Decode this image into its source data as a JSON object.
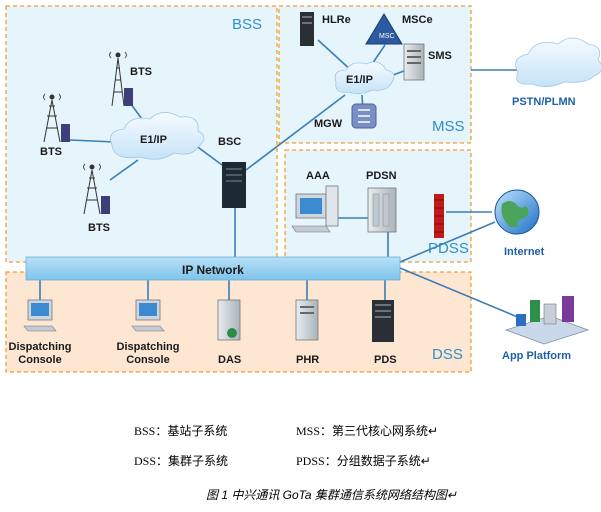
{
  "zones": {
    "bss": "BSS",
    "mss": "MSS",
    "pdss": "PDSS",
    "dss": "DSS"
  },
  "nodes": {
    "bts_top": "BTS",
    "bts_left": "BTS",
    "bts_bottom": "BTS",
    "e1ip_bss": "E1/IP",
    "bsc": "BSC",
    "hlre": "HLRe",
    "msce": "MSCe",
    "sms": "SMS",
    "e1ip_mss": "E1/IP",
    "mgw": "MGW",
    "aaa": "AAA",
    "pdsn": "PDSN",
    "ip_network": "IP Network",
    "dispatching_console_1": "Dispatching\nConsole",
    "dispatching_console_2": "Dispatching\nConsole",
    "das": "DAS",
    "phr": "PHR",
    "pds": "PDS"
  },
  "external": {
    "pstn": "PSTN/PLMN",
    "internet": "Internet",
    "app_platform": "App Platform"
  },
  "legend": {
    "bss": "BSS：基站子系统",
    "mss": "MSS：第三代核心网系统↵",
    "dss": "DSS：集群子系统",
    "pdss": "PDSS：分组数据子系统↵"
  },
  "caption": "图 1 中兴通讯 GoTa 集群通信系统网络结构图↵",
  "colors": {
    "zone_border": "#f0a030",
    "zone_fill_blue": "#e6f4fc",
    "zone_fill_orange": "#fde6d2",
    "ip_bar": "#8fcdf0",
    "link": "#3a7fb8",
    "zone_label": "#2f8fc6"
  }
}
